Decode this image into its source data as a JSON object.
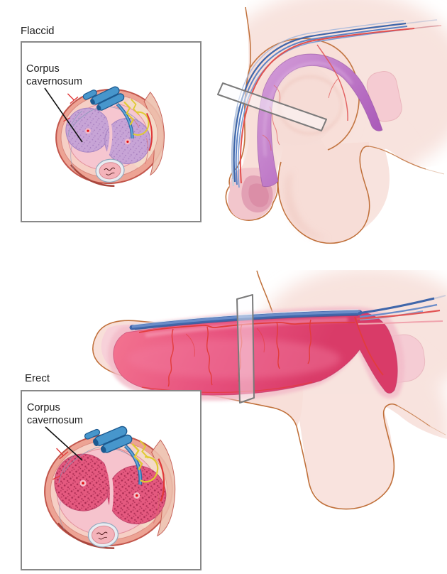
{
  "figures": {
    "flaccid": {
      "state_label": "Flaccid",
      "cross_section_label": "Corpus cavernosum"
    },
    "erect": {
      "state_label": "Erect",
      "cross_section_label": "Corpus cavernosum"
    }
  },
  "colors": {
    "corpus_cavernosum_flaccid": "#c180ca",
    "corpus_cavernosum_erect": "#e64f7c",
    "skin_outline": "#c0703a",
    "skin_fill": "#f8dfd9",
    "vein_blue": "#4e74b4",
    "artery_red": "#e04444",
    "nerve_yellow": "#e0ca32",
    "vessel_blue_fill": "#4796cc",
    "inset_border": "#888888",
    "label_text": "#1c1c1c"
  }
}
